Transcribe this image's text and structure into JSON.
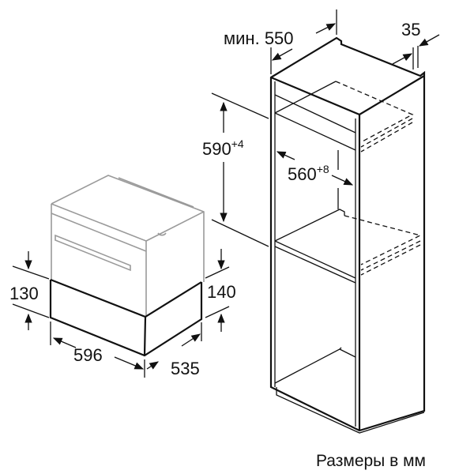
{
  "labels": {
    "niche_depth_prefix": "мин.",
    "niche_depth": "550",
    "rear_gap": "35",
    "niche_height": "590",
    "niche_height_tol": "+4",
    "niche_width": "560",
    "niche_width_tol": "+8",
    "drawer_front_height": "130",
    "drawer_side_height": "140",
    "drawer_width": "596",
    "drawer_depth": "535",
    "caption": "Размеры в мм"
  }
}
